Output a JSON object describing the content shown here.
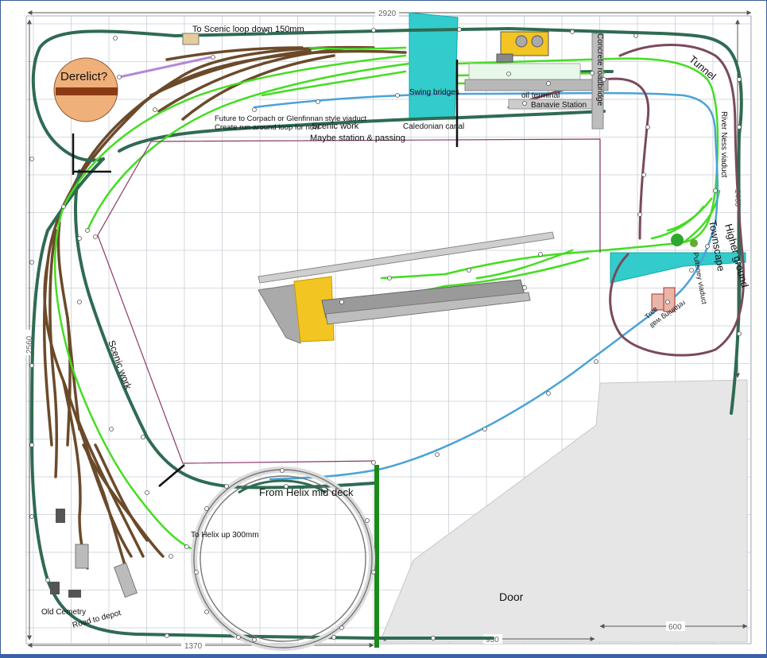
{
  "dimensions": {
    "top": "2920",
    "left": "2560",
    "right_upper": "1460",
    "bottom_left": "1370",
    "bottom_mid": "930",
    "bottom_right": "600"
  },
  "labels": {
    "to_scenic_loop": "To Scenic loop down 150mm",
    "derelict": "Derelict?",
    "future_corpach": "Future to Corpach or Glenfinnan style viaduct",
    "run_around": "Create run-around loop for now",
    "scenic_work_top": "Scenic work",
    "maybe_station": "Maybe station & passing",
    "swing_bridges": "Swing bridges",
    "caledonian_canal": "Caledonian canal",
    "oil_terminal": "oil terminal",
    "banavie_station": "Banavie Station",
    "concrete_roadbridge": "Concrete roadbridge",
    "tunnel": "Tunnel",
    "river_ness_viaduct": "River Ness viaduct",
    "higher_ground": "Higher ground",
    "townscape": "Townscape",
    "pulteney_viaduct": "Pulteney viaduct",
    "retaining_wall": "retaining wall",
    "tree": "Tree",
    "scenic_work_side": "Scenic work",
    "from_helix": "From Helix mid deck",
    "to_helix": "To Helix up 300mm",
    "old_cemetry": "Old Cemetry",
    "road_to_depot": "Road to depot",
    "door": "Door"
  },
  "colors": {
    "background": "#ffffff",
    "grid": "#c9ced6",
    "mainline": "#2f6b52",
    "green_track": "#44dd22",
    "brown_track": "#6b4a2a",
    "blue_track": "#4aa3d6",
    "purple_track": "#7a4a5a",
    "water": "#33cccc",
    "door_area": "#e6e6e6",
    "platform_yellow": "#f2c522",
    "derelict_disc": "#f0b07a",
    "helix_ring": "#dcdcdc",
    "frame_border": "#3b5d99",
    "footer_bar": "#3b62a8"
  }
}
